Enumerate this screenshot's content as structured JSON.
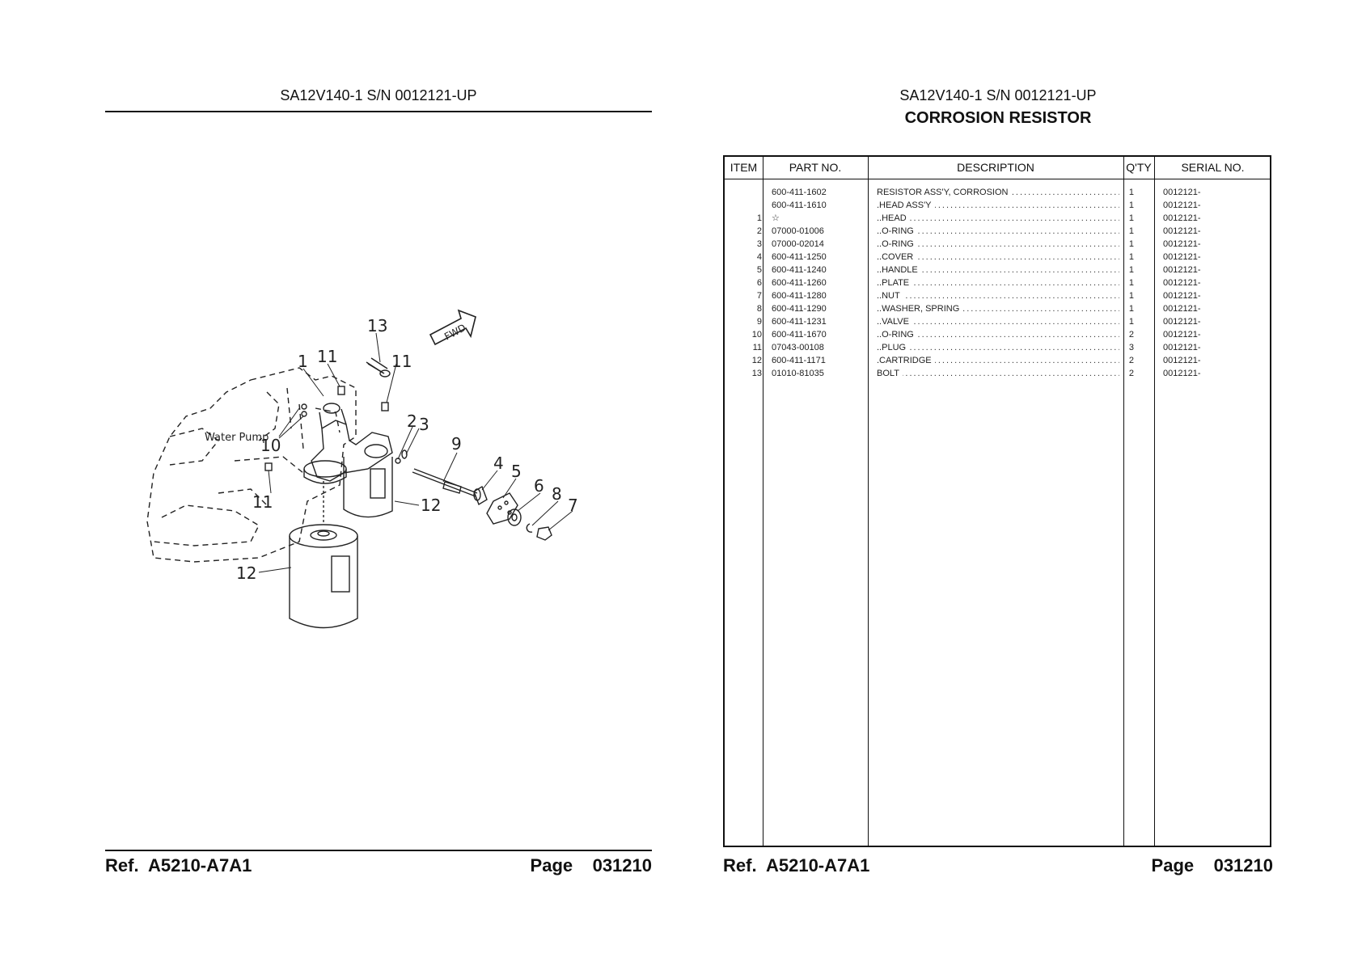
{
  "left": {
    "header_title": "SA12V140-1 S/N 0012121-UP",
    "footer_ref": "Ref.  A5210-A7A1",
    "footer_page": "Page    031210",
    "diagram": {
      "label_water_pump": "Water Pump",
      "label_fwd": "FWD",
      "callouts": [
        "13",
        "11",
        "1",
        "11",
        "10",
        "2",
        "3",
        "9",
        "11",
        "12",
        "4",
        "5",
        "6",
        "8",
        "7",
        "12"
      ]
    }
  },
  "right": {
    "header_title": "SA12V140-1 S/N 0012121-UP",
    "subtitle": "CORROSION RESISTOR",
    "footer_ref": "Ref.  A5210-A7A1",
    "footer_page": "Page    031210",
    "table": {
      "headers": {
        "item": "ITEM",
        "part_no": "PART NO.",
        "description": "DESCRIPTION",
        "qty": "Q'TY",
        "serial_no": "SERIAL NO."
      },
      "rows": [
        {
          "item": "",
          "part_no": "600-411-1602",
          "description": "RESISTOR ASS'Y, CORROSION",
          "qty": "1",
          "serial": "0012121-"
        },
        {
          "item": "",
          "part_no": "600-411-1610",
          "description": ".HEAD ASS'Y",
          "qty": "1",
          "serial": "0012121-"
        },
        {
          "item": "1",
          "part_no": "☆",
          "description": "..HEAD",
          "qty": "1",
          "serial": "0012121-"
        },
        {
          "item": "2",
          "part_no": "07000-01006",
          "description": "..O-RING",
          "qty": "1",
          "serial": "0012121-"
        },
        {
          "item": "3",
          "part_no": "07000-02014",
          "description": "..O-RING",
          "qty": "1",
          "serial": "0012121-"
        },
        {
          "item": "4",
          "part_no": "600-411-1250",
          "description": "..COVER",
          "qty": "1",
          "serial": "0012121-"
        },
        {
          "item": "5",
          "part_no": "600-411-1240",
          "description": "..HANDLE",
          "qty": "1",
          "serial": "0012121-"
        },
        {
          "item": "6",
          "part_no": "600-411-1260",
          "description": "..PLATE",
          "qty": "1",
          "serial": "0012121-"
        },
        {
          "item": "7",
          "part_no": "600-411-1280",
          "description": "..NUT",
          "qty": "1",
          "serial": "0012121-"
        },
        {
          "item": "8",
          "part_no": "600-411-1290",
          "description": "..WASHER, SPRING",
          "qty": "1",
          "serial": "0012121-"
        },
        {
          "item": "9",
          "part_no": "600-411-1231",
          "description": "..VALVE",
          "qty": "1",
          "serial": "0012121-"
        },
        {
          "item": "10",
          "part_no": "600-411-1670",
          "description": "..O-RING",
          "qty": "2",
          "serial": "0012121-"
        },
        {
          "item": "11",
          "part_no": "07043-00108",
          "description": "..PLUG",
          "qty": "3",
          "serial": "0012121-"
        },
        {
          "item": "12",
          "part_no": "600-411-1171",
          "description": ".CARTRIDGE",
          "qty": "2",
          "serial": "0012121-"
        },
        {
          "item": "13",
          "part_no": "01010-81035",
          "description": "BOLT",
          "qty": "2",
          "serial": "0012121-"
        }
      ]
    }
  }
}
